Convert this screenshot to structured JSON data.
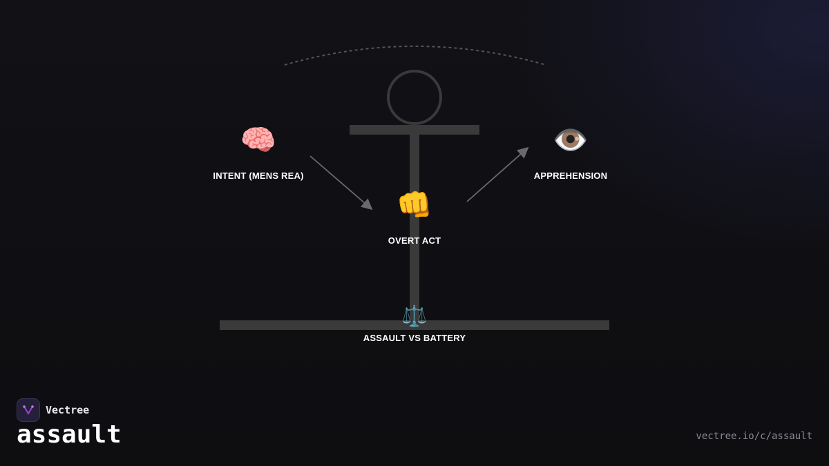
{
  "nodes": {
    "intent": {
      "label": "INTENT (MENS REA)",
      "icon": "brain-icon",
      "glyph": "🧠"
    },
    "act": {
      "label": "OVERT ACT",
      "icon": "fist-icon",
      "glyph": "👊"
    },
    "apprehension": {
      "label": "APPREHENSION",
      "icon": "eye-icon",
      "glyph": "👁️"
    },
    "base": {
      "label": "ASSAULT VS BATTERY",
      "icon": "scales-icon",
      "glyph": "⚖️"
    }
  },
  "edges": [
    {
      "from": "intent",
      "to": "act"
    },
    {
      "from": "act",
      "to": "apprehension"
    }
  ],
  "brand": {
    "name": "Vectree",
    "icon": "vectree-logo-icon"
  },
  "topic": {
    "title": "assault"
  },
  "footer": {
    "url": "vectree.io/c/assault"
  },
  "colors": {
    "background": "#0f0f12",
    "structure": "#3a3a3a",
    "arrow": "#6a6a6a",
    "text": "#ffffff",
    "muted": "#8a8a94",
    "brand_accent": "#a04ad8"
  }
}
